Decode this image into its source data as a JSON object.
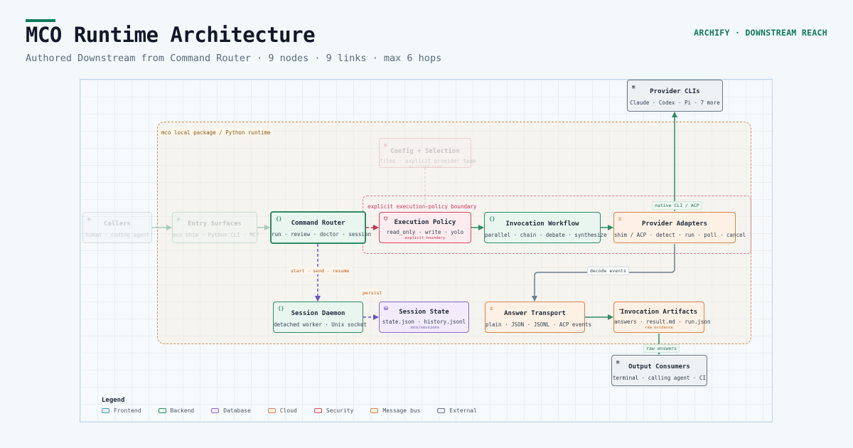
{
  "header": {
    "title": "MCO Runtime Architecture",
    "subtitle": "Authored Downstream from Command Router · 9 nodes · 9 links · max 6 hops",
    "brand": "ARCHIFY · DOWNSTREAM REACH"
  },
  "groups": {
    "package_label": "mco local package / Python runtime",
    "boundary_label": "explicit execution-policy boundary"
  },
  "nodes": {
    "provider_clis": {
      "title": "Provider CLIs",
      "sub": "Claude · Codex · Pi · 7 more",
      "icon": "▣"
    },
    "config_selection": {
      "title": "Config + Selection",
      "sub": "files · explicit provider team",
      "note": "no silent team",
      "icon": "▣"
    },
    "callers": {
      "title": "Callers",
      "sub": "human · coding agent",
      "icon": "▣"
    },
    "entry_surfaces": {
      "title": "Entry Surfaces",
      "sub": "mco shim · Python CLI · MCP",
      "icon": "▣"
    },
    "command_router": {
      "title": "Command Router",
      "sub": "run · review · doctor · session",
      "icon": "{}"
    },
    "execution_policy": {
      "title": "Execution Policy",
      "sub": "read_only · write · yolo",
      "note": "explicit boundary",
      "icon": "⛉"
    },
    "invocation_workflow": {
      "title": "Invocation Workflow",
      "sub": "parallel · chain · debate · synthesize",
      "icon": "{}"
    },
    "provider_adapters": {
      "title": "Provider Adapters",
      "sub": "shim / ACP · detect · run · poll · cancel",
      "icon": "≡"
    },
    "session_daemon": {
      "title": "Session Daemon",
      "sub": "detached worker · Unix socket",
      "icon": "{}"
    },
    "session_state": {
      "title": "Session State",
      "sub": "state.json · history.jsonl",
      "note": ".mco/sessions",
      "icon": "⛁"
    },
    "answer_transport": {
      "title": "Answer Transport",
      "sub": "plain · JSON · JSONL · ACP events",
      "icon": "≡"
    },
    "invocation_artifacts": {
      "title": "Invocation Artifacts",
      "sub": "answers · result.md · run.json",
      "note": "raw evidence",
      "icon": "☁"
    },
    "output_consumers": {
      "title": "Output Consumers",
      "sub": "terminal · calling agent · CI",
      "icon": "▣"
    }
  },
  "edge_labels": {
    "native_cli": "native CLI / ACP",
    "decode_events": "decode events",
    "start_send_resume": "start · send · resume",
    "persist": "persist",
    "raw_answers": "raw answers"
  },
  "legend": {
    "title": "Legend",
    "items": [
      {
        "label": "Frontend",
        "fill": "#e6f4fa",
        "border": "#3a9bc6"
      },
      {
        "label": "Backend",
        "fill": "#e9f6f0",
        "border": "#2e8b67"
      },
      {
        "label": "Database",
        "fill": "#f1ebfb",
        "border": "#8a6bc9"
      },
      {
        "label": "Cloud",
        "fill": "#fdf1e6",
        "border": "#d9824a"
      },
      {
        "label": "Security",
        "fill": "#fdecef",
        "border": "#d6495f"
      },
      {
        "label": "Message bus",
        "fill": "#fdf1e6",
        "border": "#d9824a"
      },
      {
        "label": "External",
        "fill": "#eef1f4",
        "border": "#6b7683"
      }
    ]
  },
  "colors": {
    "accent": "#0f7a5a",
    "backend": "#2e8b67",
    "security": "#d6495f",
    "database": "#8a6bc9",
    "cloud": "#d9824a",
    "external": "#6b7683"
  }
}
